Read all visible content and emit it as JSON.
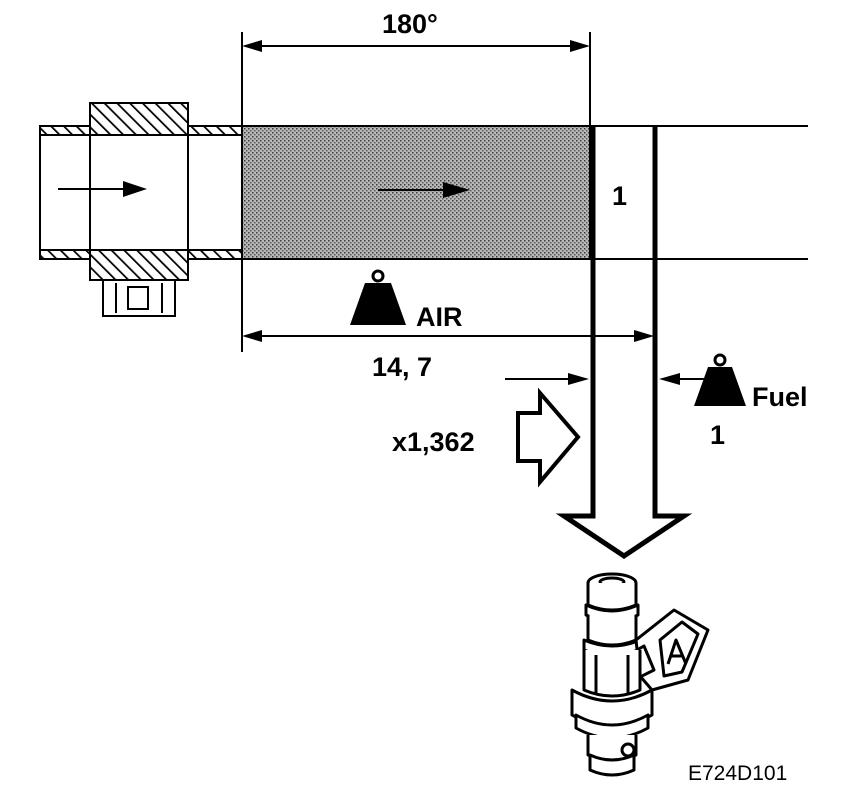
{
  "labels": {
    "angle": "180°",
    "section_number": "1",
    "air": "AIR",
    "ratio": "14, 7",
    "fuel": "Fuel",
    "fuel_ratio": "1",
    "multiplier": "x1,362",
    "figure_code": "E724D101"
  },
  "icons": {
    "air_weight": "weight-icon",
    "fuel_weight": "weight-icon",
    "injector": "fuel-injector-icon",
    "sensor": "airflow-sensor-icon"
  },
  "colors": {
    "ink": "#000000",
    "paper": "#ffffff",
    "shade": "#9a9a9a"
  }
}
